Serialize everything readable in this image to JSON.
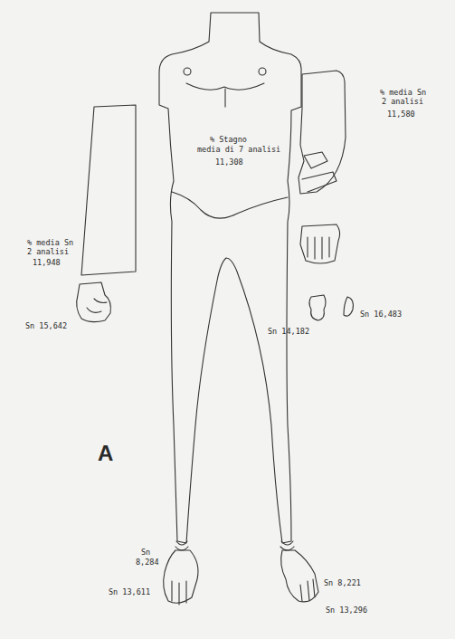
{
  "diagram": {
    "labels": [
      "% media Sn",
      "2 analisi",
      "11,948",
      "% Stagno",
      "media di 7 analisi",
      "11,308",
      "% media Sn",
      "2 analisi",
      "11,580",
      "Sn 15,642",
      "Sn 16,483",
      "Sn 14,182",
      "A",
      "Sn",
      "8,284",
      "Sn 13,611",
      "Sn 8,221",
      "Sn 13,296"
    ]
  }
}
